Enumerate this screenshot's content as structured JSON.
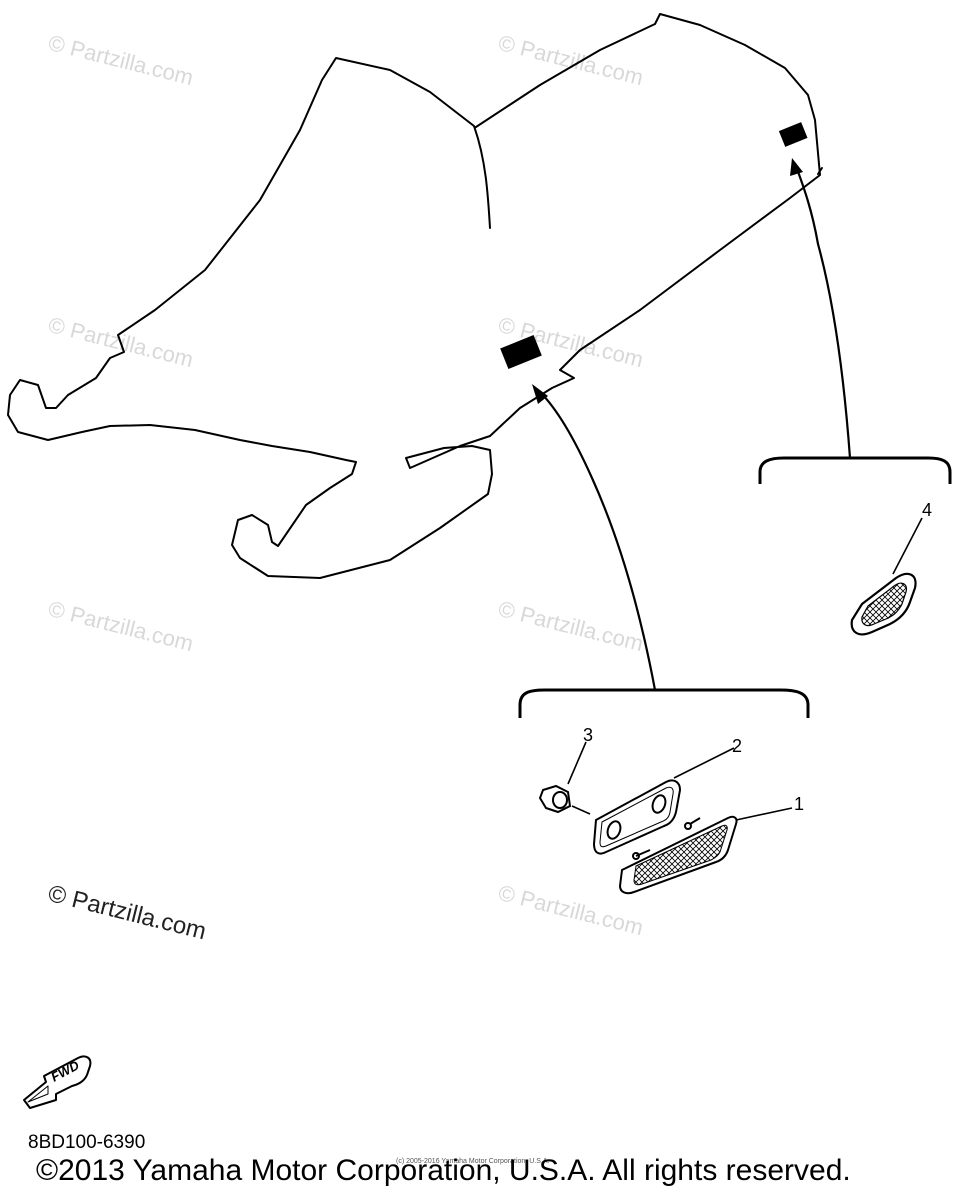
{
  "watermark": "© Partzilla.com",
  "callouts": {
    "part1": "1",
    "part2": "2",
    "part3": "3",
    "part4": "4"
  },
  "fwd_label": "FWD",
  "diagram_code": "8BD100-6390",
  "copyright": "©2013 Yamaha Motor Corporation, U.S.A. All rights reserved.",
  "fine_print": "(c) 2005-2016 Yamaha Motor Corporation, U.S.A."
}
